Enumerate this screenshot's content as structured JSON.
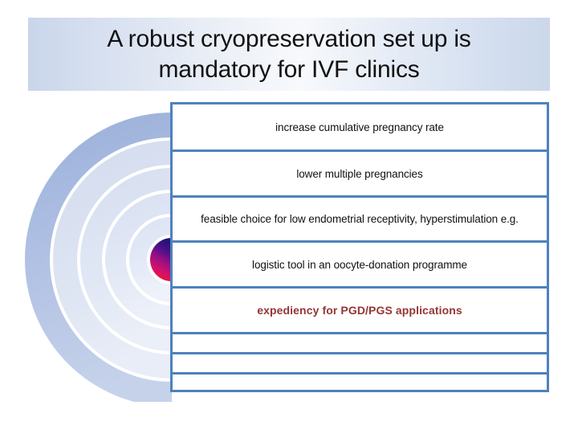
{
  "slide": {
    "title": "A robust cryopreservation set up is\nmandatory for IVF clinics",
    "title_line1": "A robust cryopreservation set up is",
    "title_line2": "mandatory for IVF clinics"
  },
  "colors": {
    "box_border": "#4F81BD",
    "accent_text": "#943634",
    "body_text": "#111111",
    "arc_outer": "#9DB3DC",
    "arc_inner": "#DDE4F2",
    "center_top": "#2E1A7A",
    "center_mid": "#B4117E",
    "center_bottom": "#F01010",
    "title_band_left": "#C9D6EA",
    "title_band_center": "#F7F9FC"
  },
  "rows": [
    {
      "id": "row-1",
      "text": "increase cumulative pregnancy rate",
      "accent": false,
      "empty": false
    },
    {
      "id": "row-2",
      "text": "lower multiple pregnancies",
      "accent": false,
      "empty": false
    },
    {
      "id": "row-3",
      "text": "feasible choice for low endometrial receptivity, hyperstimulation e.g.",
      "accent": false,
      "empty": false
    },
    {
      "id": "row-4",
      "text": "logistic tool in an oocyte-donation programme",
      "accent": false,
      "empty": false
    },
    {
      "id": "row-5",
      "text": "expediency for PGD/PGS applications",
      "accent": true,
      "empty": false
    },
    {
      "id": "row-6",
      "text": "",
      "accent": false,
      "empty": true
    },
    {
      "id": "row-7",
      "text": "",
      "accent": false,
      "empty": true
    },
    {
      "id": "row-8",
      "text": "",
      "accent": false,
      "empty": true
    }
  ],
  "graphic": {
    "name": "concentric-semicircle-radial-diagram",
    "ring_count": 5,
    "center_marker": "gradient-semicircle"
  }
}
